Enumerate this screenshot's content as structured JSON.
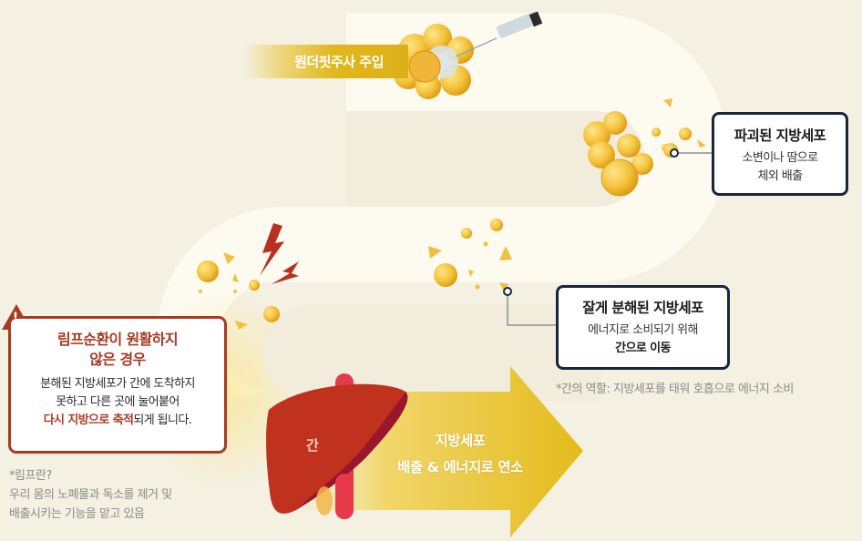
{
  "injection": {
    "label": "원더핏주사 주입"
  },
  "destroyed_cells": {
    "title": "파괴된 지방세포",
    "lines": [
      "소변이나 땀으로",
      "체외 배출"
    ]
  },
  "broken_cells": {
    "title": "잘게 분해된 지방세포",
    "lines": [
      "에너지로 소비되기 위해"
    ],
    "bold_line": "간으로 이동"
  },
  "liver_note": "*간의 역할: 지방세포를 태워 호흡으로 에너지 소비",
  "warning": {
    "icon": "exclamation-triangle-icon",
    "icon_mark": "!",
    "title_lines": [
      "림프순환이 원활하지",
      "않은 경우"
    ],
    "body_lines": [
      "분해된 지방세포가 간에 도착하지",
      "못하고 다른 곳에 눌어붙어"
    ],
    "highlight": "다시 지방으로 축적",
    "tail": "되게 됩니다."
  },
  "lymph_note": {
    "lines": [
      "*림프란?",
      "우리 몸의 노폐물과 독소를 제거 및",
      "배출시키는 기능을 맡고 있음"
    ]
  },
  "liver": {
    "label": "간"
  },
  "arrow": {
    "lines": [
      "지방세포",
      "배출 & 에너지로 연소"
    ]
  },
  "colors": {
    "background": "#f4f0e2",
    "path": "#fdfaef",
    "accent_yellow": "#e3bb1e",
    "box_border": "#16263d",
    "warning_red": "#a83a22",
    "liver_red": "#c0321d",
    "note_gray": "#8b8b8b"
  }
}
